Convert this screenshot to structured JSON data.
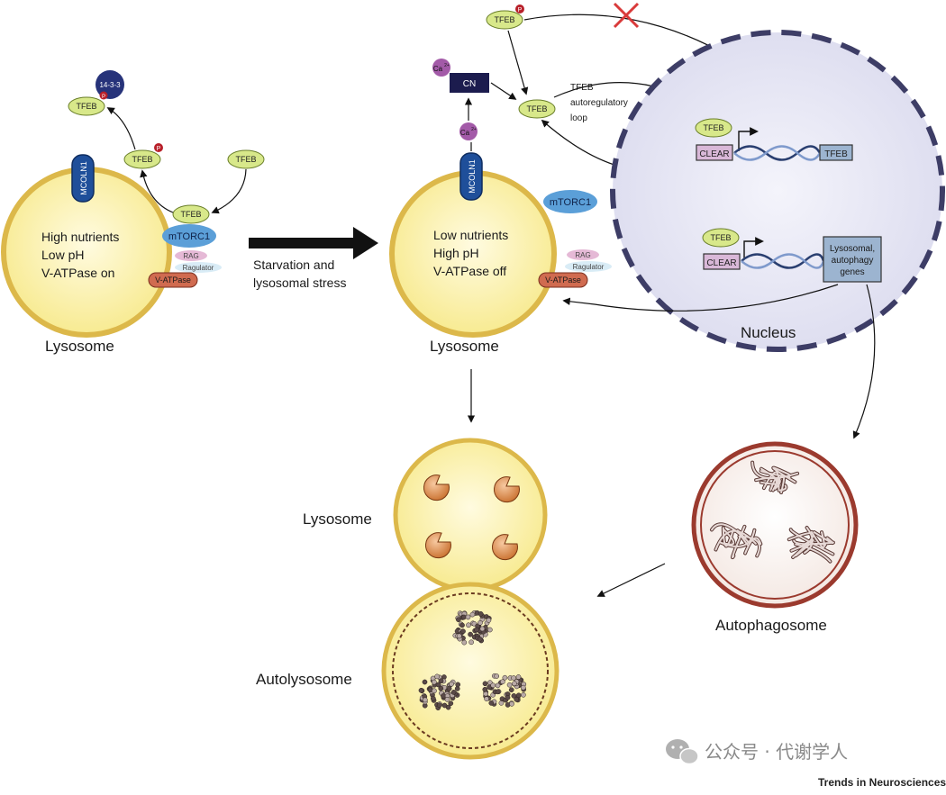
{
  "labels": {
    "tfeb": "TFEB",
    "p": "P",
    "p1433": "14-3-3",
    "mcoln1": "MCOLN1",
    "mtorc1": "mTORC1",
    "rag": "RAG",
    "ragulator": "Ragulator",
    "vatpase": "V-ATPase",
    "ca": "Ca",
    "ca_sup": "2+",
    "cn": "CN",
    "clear": "CLEAR",
    "lysosome": "Lysosome",
    "autolysosome": "Autolysosome",
    "autophagosome": "Autophagosome",
    "nucleus": "Nucleus",
    "starvation_1": "Starvation and",
    "starvation_2": "lysosomal stress",
    "left_state_1": "High nutrients",
    "left_state_2": "Low pH",
    "left_state_3": "V-ATPase on",
    "mid_state_1": "Low nutrients",
    "mid_state_2": "High pH",
    "mid_state_3": "V-ATPase off",
    "loop_1": "TFEB",
    "loop_2": "autoregulatory",
    "loop_3": "loop",
    "genes_1": "Lysosomal,",
    "genes_2": "autophagy",
    "genes_3": "genes",
    "credit": "Trends in Neurosciences",
    "watermark": "公众号 · 代谢学人"
  },
  "colors": {
    "lysosome_fill": "#fdf5b8",
    "lysosome_edge": "#dcb84a",
    "tfeb_fill": "#d8e88a",
    "mtorc1_fill": "#5b9fd8",
    "mcoln1_fill": "#1f4f9a",
    "vatpase_fill": "#d06b50",
    "nucleus_fill": "#e6e6f4",
    "nucleus_edge": "#3d3d66",
    "cn_fill": "#1c1c4e",
    "ca_fill": "#a35aa8",
    "autophagosome_edge": "#9b3a2e",
    "inhibit_cross": "#d93a3a"
  }
}
